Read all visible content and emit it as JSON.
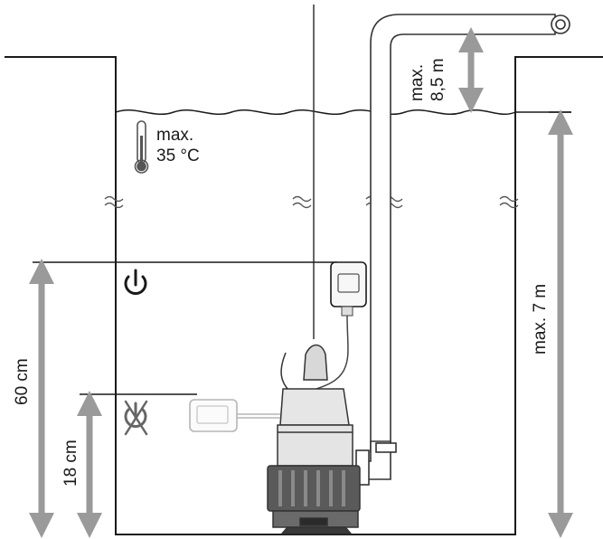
{
  "labels": {
    "temp_max_prefix": "max.",
    "temp_max_value": "35 °C",
    "head_max_prefix": "max.",
    "head_max_value": "8,5 m",
    "depth_max": "max. 7 m",
    "switch_on_height": "60 cm",
    "switch_off_height": "18 cm"
  },
  "icons": {
    "thermometer": "thermometer-icon",
    "power_on": "power-on-icon",
    "power_off": "power-off-crossed-icon"
  },
  "colors": {
    "arrow": "#9a9a9a",
    "line": "#1a1a1a",
    "float_off": "#b5b5b5"
  }
}
